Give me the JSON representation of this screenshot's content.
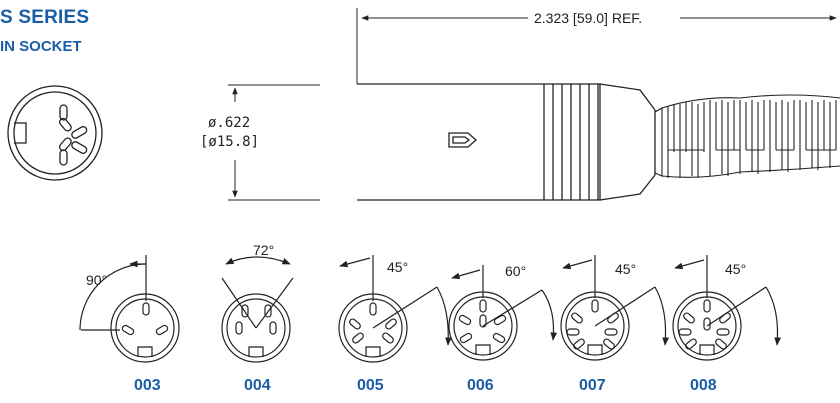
{
  "header": {
    "title": "S SERIES",
    "subtitle": "IN SOCKET"
  },
  "dimensions": {
    "length": "2.323 [59.0] REF.",
    "diameter_in": "ø.622",
    "diameter_mm": "[ø15.8]"
  },
  "variants": [
    {
      "code": "003",
      "angle": "90°"
    },
    {
      "code": "004",
      "angle": "72°"
    },
    {
      "code": "005",
      "angle": "45°"
    },
    {
      "code": "006",
      "angle": "60°"
    },
    {
      "code": "007",
      "angle": "45°"
    },
    {
      "code": "008",
      "angle": "45°"
    }
  ],
  "colors": {
    "accent": "#1b5ea7",
    "line": "#222222"
  }
}
